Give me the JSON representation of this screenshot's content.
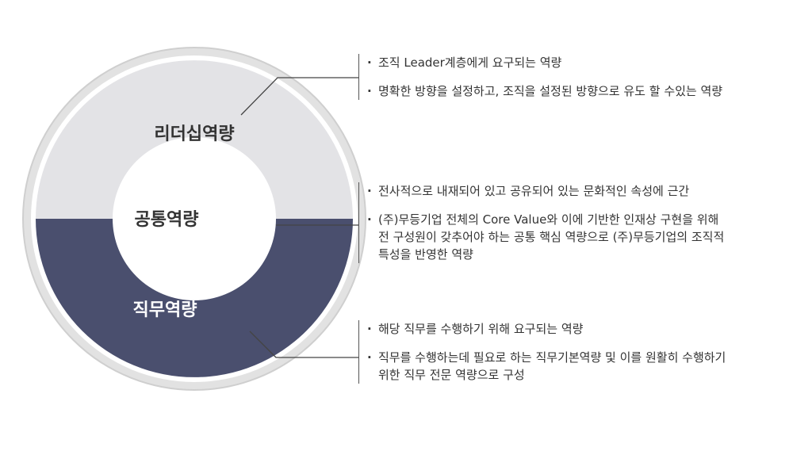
{
  "diagram": {
    "colors": {
      "outer_ring": "#e2e2e2",
      "ring_border": "#cfcfcf",
      "top_half": "#e3e3e6",
      "bottom_half": "#4a4f6e",
      "inner_circle": "#ffffff",
      "connector": "#444444",
      "text_dark": "#333333",
      "text_light": "#ffffff"
    },
    "sections": {
      "leadership": {
        "label": "리더십역량"
      },
      "common": {
        "label": "공통역량"
      },
      "job": {
        "label": "직무역량"
      }
    }
  },
  "descriptions": {
    "leadership": {
      "items": [
        {
          "bullet": "·",
          "text": "조직 Leader계층에게 요구되는 역량"
        },
        {
          "bullet": "·",
          "text": "명확한 방향을 설정하고, 조직을 설정된 방향으로 유도 할 수있는 역량"
        }
      ]
    },
    "common": {
      "items": [
        {
          "bullet": "·",
          "text": "전사적으로 내재되어 있고 공유되어 있는 문화적인 속성에 근간"
        },
        {
          "bullet": "·",
          "text": "(주)무등기업 전체의 Core Value와 이에 기반한 인재상 구현을 위해\n전 구성원이 갖추어야 하는 공통 핵심 역량으로 (주)무등기업의 조직적\n특성을 반영한 역량"
        }
      ]
    },
    "job": {
      "items": [
        {
          "bullet": "·",
          "text": "해당 직무를 수행하기 위해 요구되는 역량"
        },
        {
          "bullet": "·",
          "text": "직무를 수행하는데 필요로 하는 직무기본역량 및 이를 원활히 수행하기\n위한 직무 전문 역량으로 구성"
        }
      ]
    }
  }
}
